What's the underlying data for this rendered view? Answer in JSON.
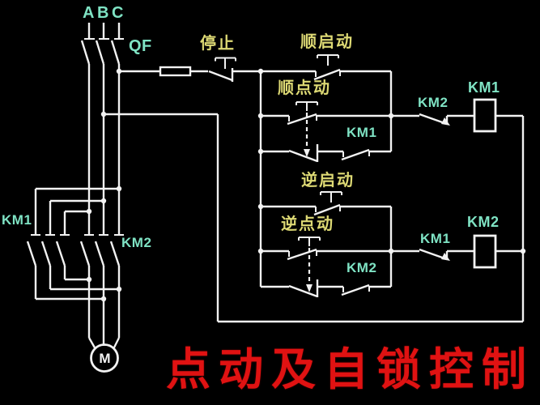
{
  "diagram": {
    "phase_a": "A",
    "phase_b": "B",
    "phase_c": "C",
    "breaker": "QF",
    "stop": "停止",
    "forward_start": "顺启动",
    "forward_jog": "顺点动",
    "reverse_start": "逆启动",
    "reverse_jog": "逆点动",
    "km1": "KM1",
    "km2": "KM2",
    "motor": "M",
    "title": "点动及自锁控制"
  },
  "colors": {
    "background": "#000000",
    "wire": "#f2f2f2",
    "label_cyan": "#7fe3c4",
    "label_yellow": "#ddd974",
    "title_red": "#e01212"
  }
}
